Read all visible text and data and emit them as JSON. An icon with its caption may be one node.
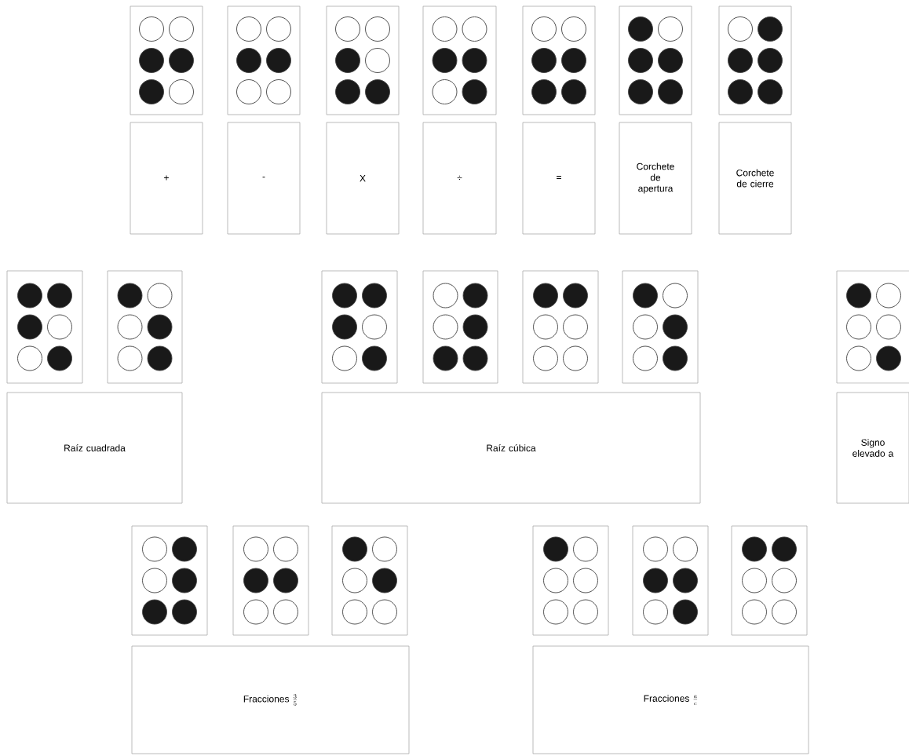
{
  "diagram": {
    "nodes": [
      {
        "text": [],
        "shape": "box"
      },
      {
        "text": [],
        "shape": "box"
      },
      {
        "text": [],
        "shape": "box"
      },
      {
        "text": [],
        "shape": "box"
      },
      {
        "text": [],
        "shape": "box"
      },
      {
        "text": [],
        "shape": "box"
      },
      {
        "text": [],
        "shape": "box"
      },
      {
        "text": [
          "+"
        ]
      },
      {
        "text": [
          "-"
        ]
      },
      {
        "text": [
          "X"
        ]
      },
      {
        "text": [
          "÷"
        ]
      },
      {
        "text": [
          "="
        ]
      },
      {
        "text": [
          "Corchete de apertura"
        ]
      },
      {
        "text": [
          "Corchete de cierre"
        ]
      },
      {
        "text": [],
        "shape": "box"
      },
      {
        "text": [],
        "shape": "box"
      },
      {
        "text": [],
        "shape": "box"
      },
      {
        "text": [],
        "shape": "box"
      },
      {
        "text": [],
        "shape": "box"
      },
      {
        "text": [],
        "shape": "box"
      },
      {
        "text": [],
        "shape": "box"
      },
      {
        "text": [
          "Raíz cuadrada"
        ]
      },
      {
        "text": [
          "Raíz cúbica"
        ]
      },
      {
        "text": [
          "Signo elevado a"
        ]
      },
      {
        "text": [],
        "shape": "box"
      },
      {
        "text": [],
        "shape": "box"
      },
      {
        "text": [],
        "shape": "box"
      },
      {
        "text": [],
        "shape": "box"
      },
      {
        "text": [],
        "shape": "box"
      },
      {
        "text": [],
        "shape": "box"
      },
      {
        "text": [
          "Fracciones",
          "\\frac{3}{5}"
        ]
      },
      {
        "text": [
          "Fracciones",
          "\\frac{a}{c}"
        ]
      }
    ]
  }
}
